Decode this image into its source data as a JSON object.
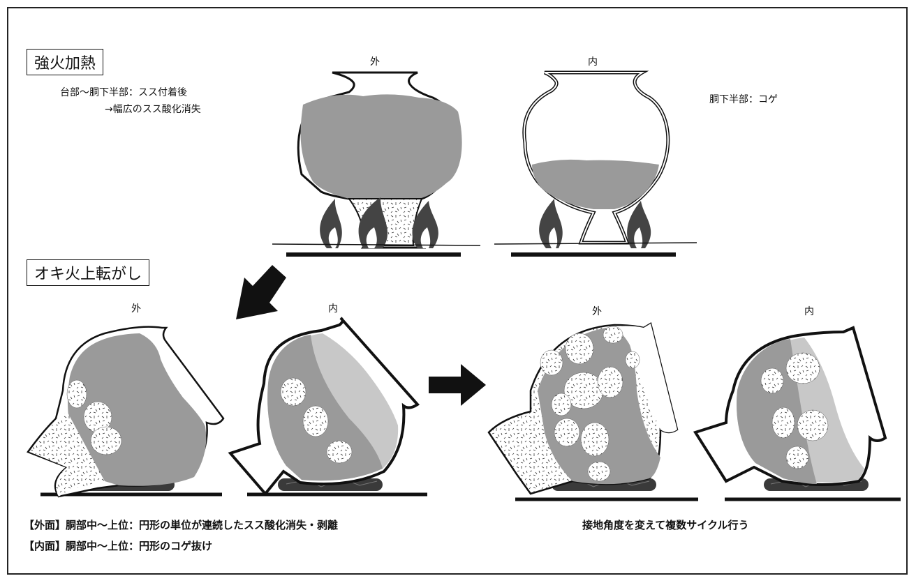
{
  "section1": {
    "title": "強火加熱",
    "note_line1": "台部〜胴下半部：スス付着後",
    "note_line2": "→幅広のスス酸化消失",
    "label_outer": "外",
    "label_inner": "内",
    "inner_note": "胴下半部：コゲ"
  },
  "section2": {
    "title": "オキ火上転がし",
    "labels": [
      "外",
      "内",
      "外",
      "内"
    ],
    "caption_outer": "【外面】胴部中〜上位：円形の単位が連続したスス酸化消失・剥離",
    "caption_inner": "【内面】胴部中〜上位：円形のコゲ抜け",
    "caption_right": "接地角度を変えて複数サイクル行う"
  },
  "colors": {
    "soot": "#9a9a9a",
    "char": "#c8c8c8",
    "flame": "#444444",
    "ember": "#3a3a3a",
    "line": "#111111"
  }
}
